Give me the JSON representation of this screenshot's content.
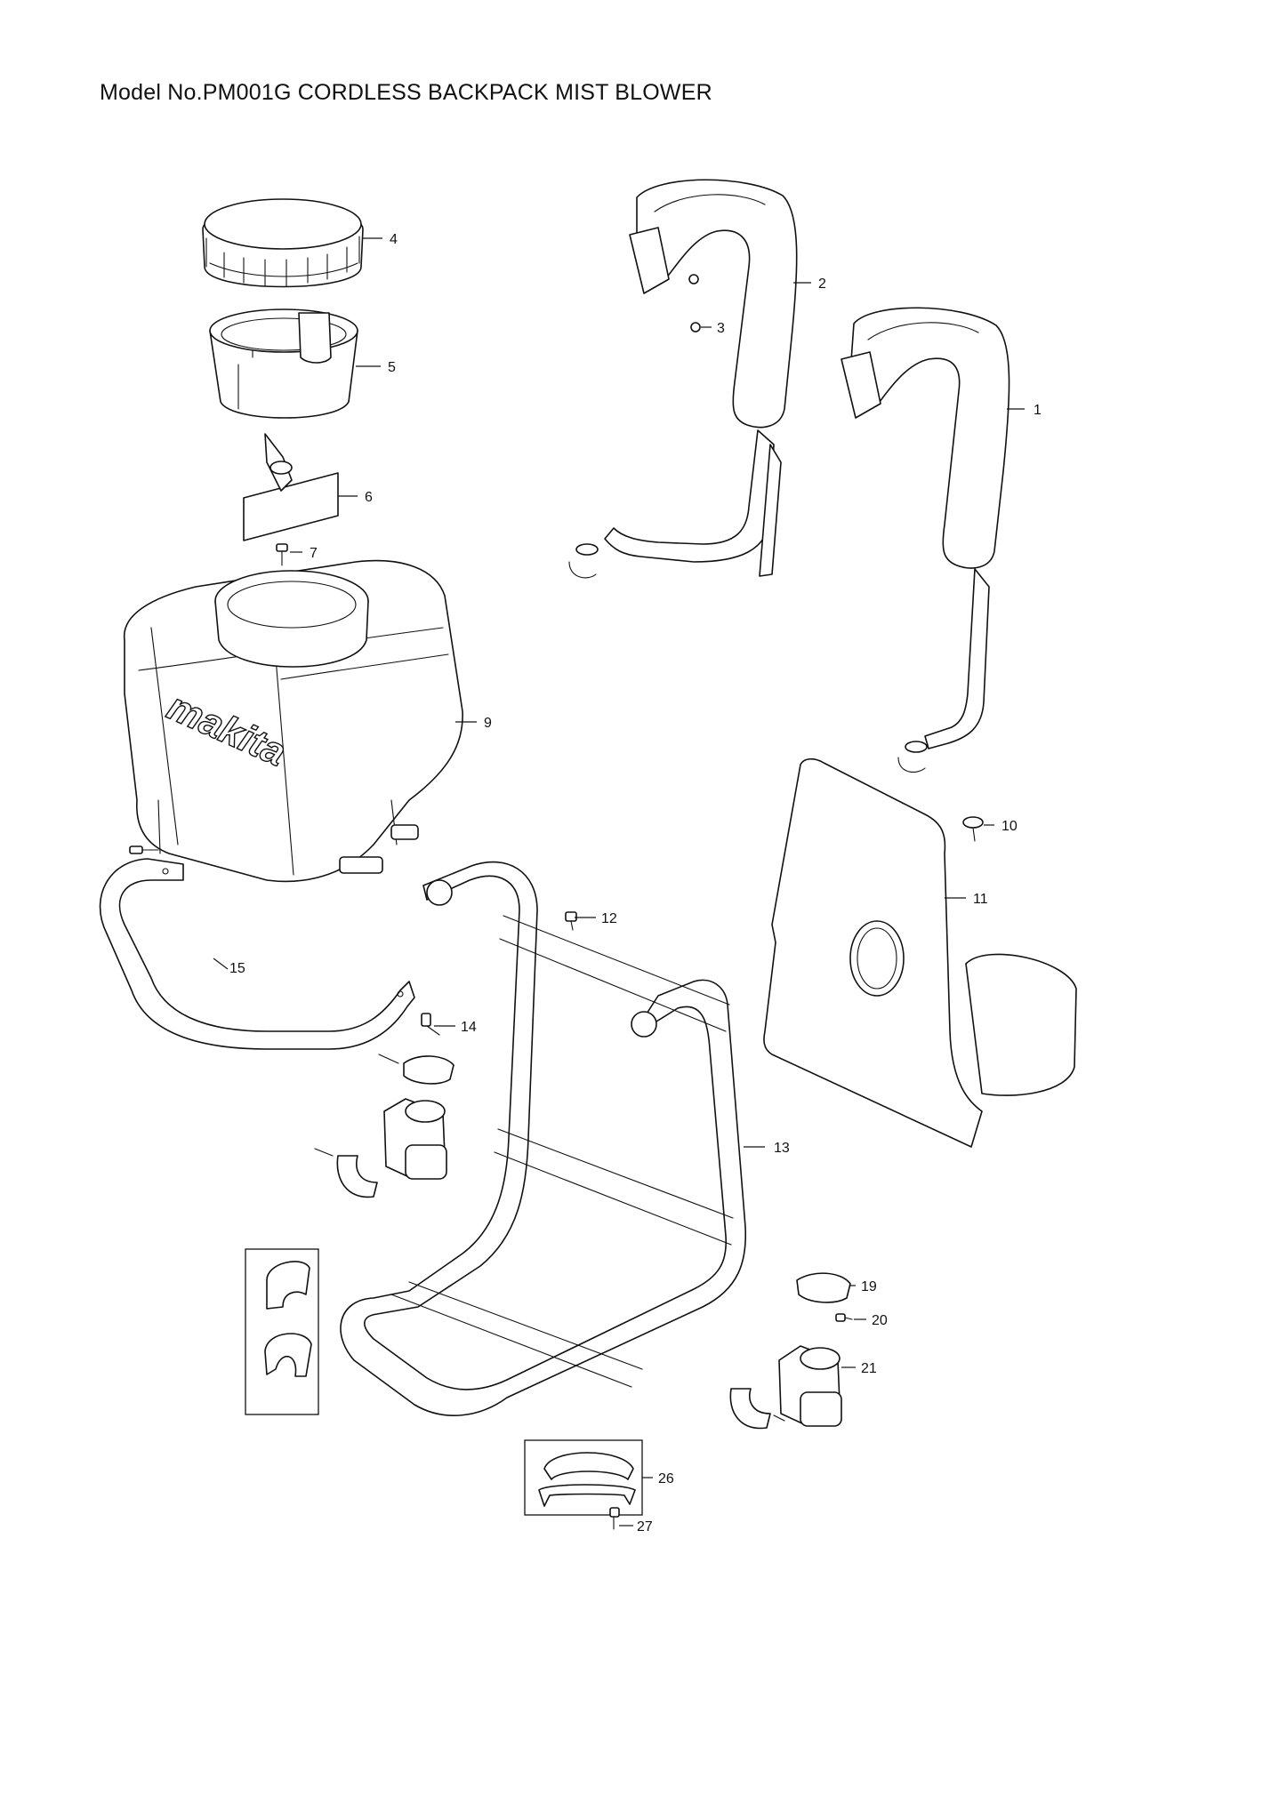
{
  "title": "Model No.PM001G CORDLESS BACKPACK MIST BLOWER",
  "brand_mark": "makita",
  "part_labels": {
    "p1": "1",
    "p2": "2",
    "p3": "3",
    "p4": "4",
    "p5": "5",
    "p6": "6",
    "p7": "7",
    "p9": "9",
    "p10": "10",
    "p11": "11",
    "p12": "12",
    "p13": "13",
    "p14": "14",
    "p15": "15",
    "p19": "19",
    "p20": "20",
    "p21": "21",
    "p26": "26",
    "p27": "27"
  }
}
